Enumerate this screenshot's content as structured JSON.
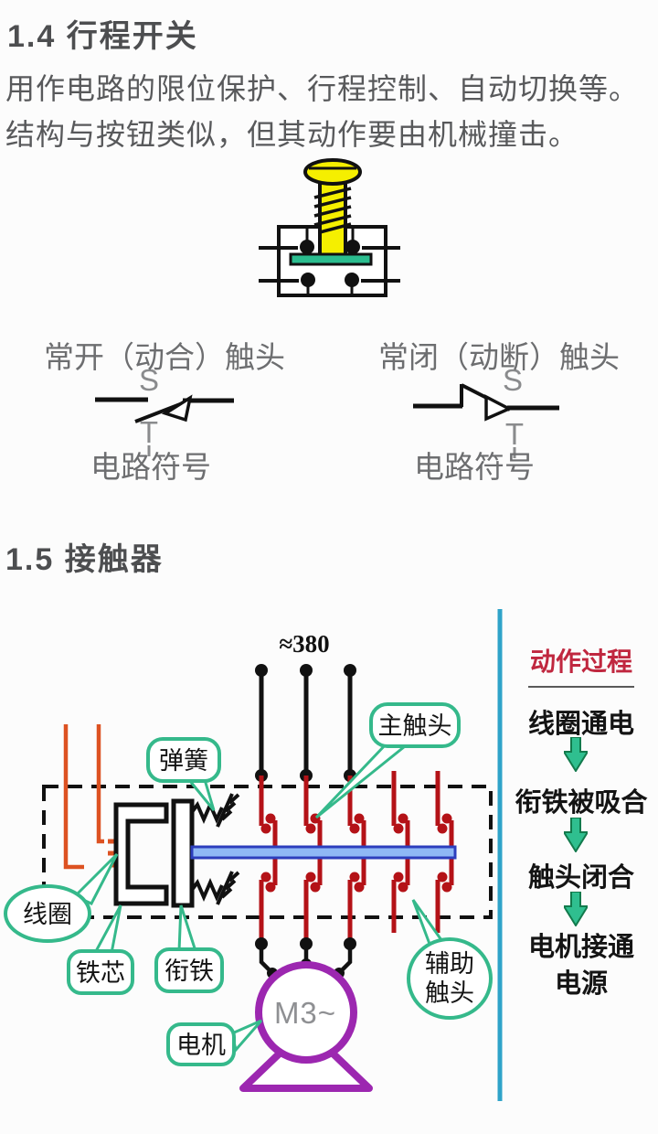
{
  "colors": {
    "background": "#fcfcfc",
    "heading_text": "#4d4e50",
    "body_text": "#58595b",
    "symbol_text": "#6d6e70",
    "plunger_yellow": "#f5ef00",
    "contact_bridge_green": "#2bbd8f",
    "coil_wire_orange": "#dd5222",
    "contact_red": "#b41217",
    "shaft_blue_fill": "#8fb8f5",
    "shaft_blue_stroke": "#2c3ebd",
    "motor_purple": "#9c27b0",
    "label_bubble_green": "#35b98b",
    "flow_arrow_green": "#2fbf8f",
    "divider_blue": "#2fa3c9",
    "process_title_red": "#c0273f"
  },
  "travel_switch": {
    "heading": "1.4  行程开关",
    "body_line1": "用作电路的限位保护、行程控制、自动切换等。",
    "body_line2": "结构与按钮类似，但其动作要由机械撞击。",
    "no_contact": {
      "label": "常开（动合）触头",
      "s": "S",
      "t": "T",
      "caption": "电路符号"
    },
    "nc_contact": {
      "label": "常闭（动断）触头",
      "s": "S",
      "t": "T",
      "caption": "电路符号"
    }
  },
  "contactor": {
    "heading": "1.5  接触器",
    "supply_label": "≈380",
    "labels": {
      "spring": "弹簧",
      "main_contact": "主触头",
      "coil": "线圈",
      "iron_core": "铁芯",
      "armature": "衔铁",
      "aux_line1": "辅助",
      "aux_line2": "触头",
      "motor": "电机",
      "motor_symbol": "M3~"
    },
    "process": {
      "title": "动作过程",
      "steps": [
        "线圈通电",
        "衔铁被吸合",
        "触头闭合",
        "电机接通",
        "电源"
      ]
    }
  }
}
